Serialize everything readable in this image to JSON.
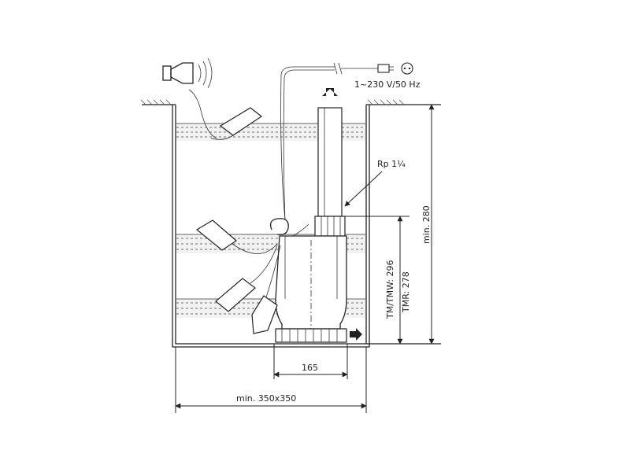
{
  "labels": {
    "power": "1~230 V/50 Hz",
    "rp": "Rp 1¼",
    "min_height": "min. 280",
    "tm_height": "TM/TMW: 296",
    "tmr_height": "TMR: 278",
    "pump_width": "165",
    "pit_size": "min. 350x350"
  }
}
